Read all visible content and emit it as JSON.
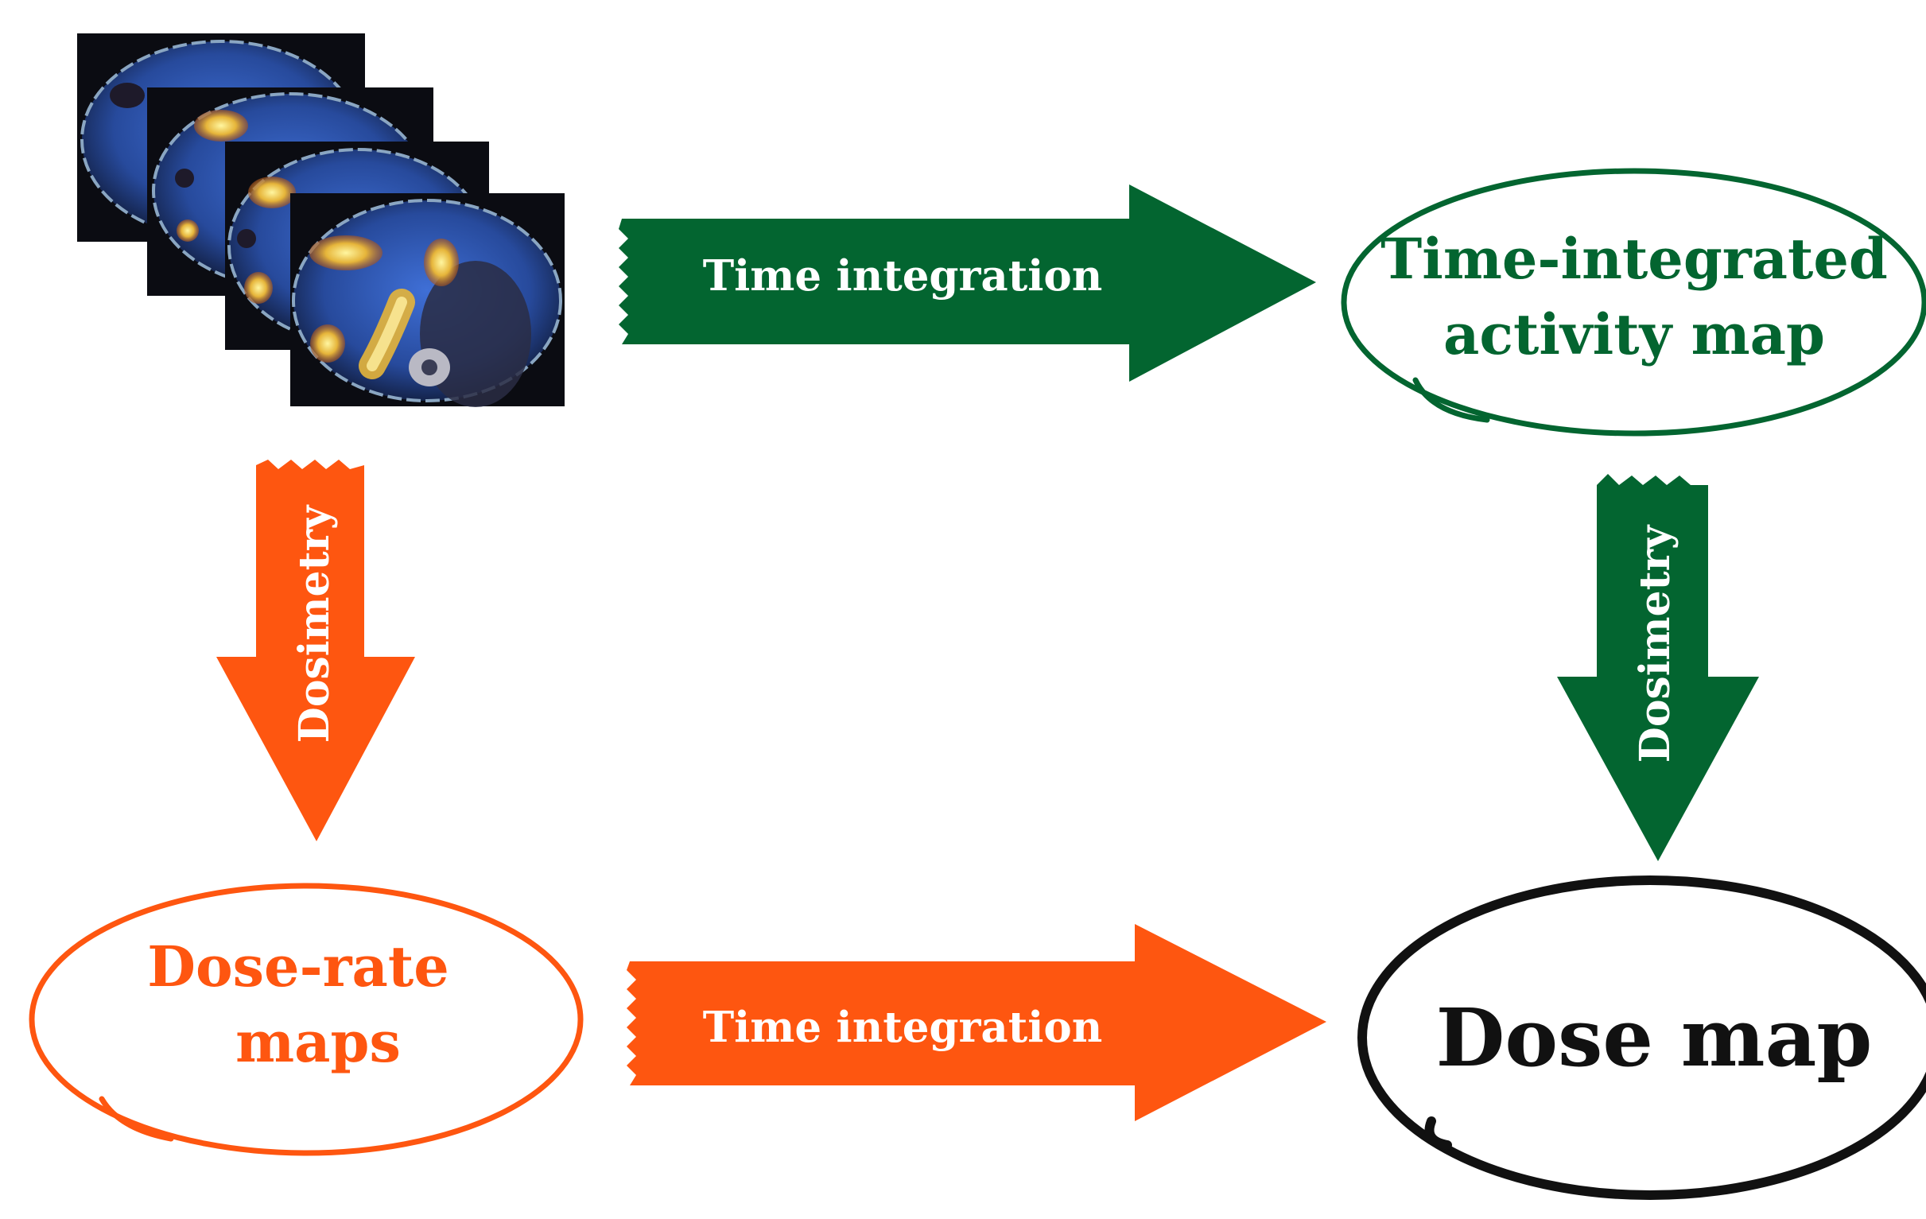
{
  "colors": {
    "green": "#036530",
    "orange": "#fe5610",
    "black": "#111111",
    "white": "#ffffff",
    "scan_bg": "#0b0c12"
  },
  "icons": {
    "scan_stack": "pet-ct-scan-stack-image"
  },
  "arrows": {
    "top_right": {
      "label": "Time integration"
    },
    "bottom_right": {
      "label": "Time integration"
    },
    "left_down": {
      "label": "Dosimetry"
    },
    "right_down": {
      "label": "Dosimetry"
    }
  },
  "nodes": {
    "time_integrated_activity_map": {
      "line1": "Time-integrated",
      "line2": "activity map"
    },
    "dose_rate_maps": {
      "line1": "Dose-rate",
      "line2": "maps"
    },
    "dose_map": {
      "label": "Dose map"
    }
  }
}
